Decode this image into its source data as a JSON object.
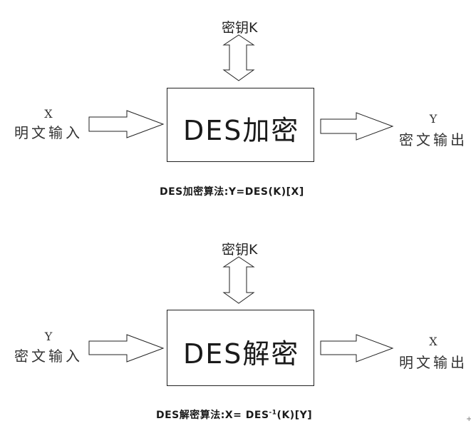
{
  "encryption": {
    "key_label": "密钥K",
    "input_var": "X",
    "input_label": "明文输入",
    "box_label": "DES加密",
    "output_var": "Y",
    "output_label": "密文输出",
    "formula_prefix": "DES加密算法:",
    "formula_expr": "Y=DES(K)[X]"
  },
  "decryption": {
    "key_label": "密钥K",
    "input_var": "Y",
    "input_label": "密文输入",
    "box_label": "DES解密",
    "output_var": "X",
    "output_label": "明文输出",
    "formula_prefix": "DES解密算法:",
    "formula_expr_lhs": "X= DES",
    "formula_expr_sup": "-1",
    "formula_expr_rhs": "(K)[Y]"
  },
  "corner_mark": "+"
}
